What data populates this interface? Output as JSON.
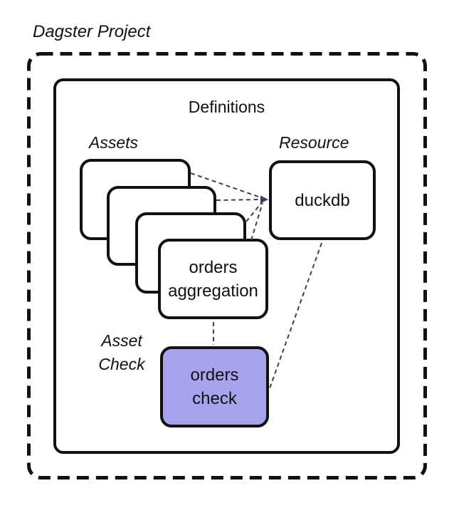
{
  "title": "Dagster Project",
  "definitions": {
    "label": "Definitions"
  },
  "groups": {
    "assets": {
      "label": "Assets"
    },
    "resource": {
      "label": "Resource"
    },
    "asset_check": {
      "line1": "Asset",
      "line2": "Check"
    }
  },
  "nodes": {
    "orders_aggregation": {
      "line1": "orders",
      "line2": "aggregation"
    },
    "duckdb": {
      "label": "duckdb"
    },
    "orders_check": {
      "line1": "orders",
      "line2": "check"
    }
  },
  "colors": {
    "border": "#111111",
    "connector": "#3A4150",
    "check_fill": "#A8A3EE",
    "background": "#FFFFFF",
    "text": "#111111"
  }
}
